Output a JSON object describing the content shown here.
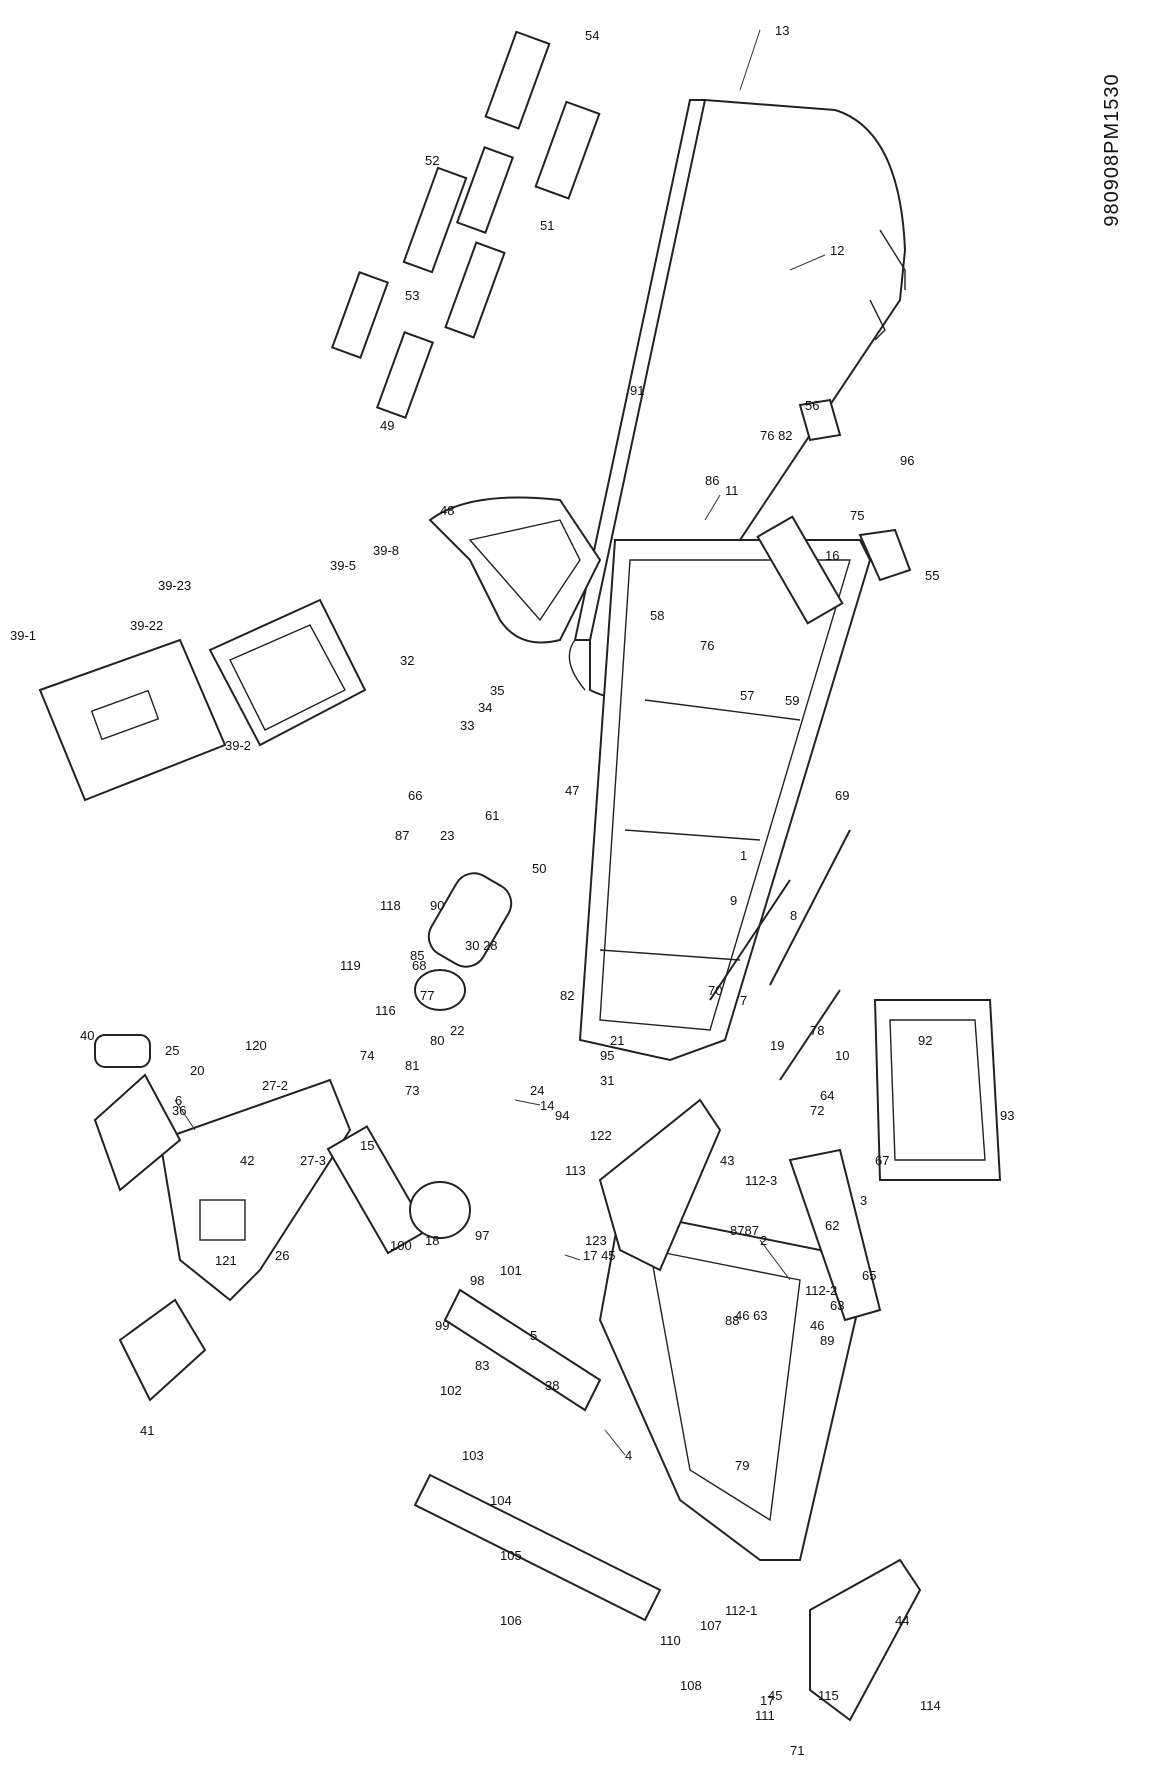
{
  "diagram": {
    "document_id": "980908PM1530",
    "labels": [
      "1",
      "2",
      "3",
      "4",
      "5",
      "6",
      "7",
      "8",
      "9",
      "10",
      "11",
      "12",
      "13",
      "14",
      "15",
      "16",
      "17",
      "17 45",
      "18",
      "19",
      "20",
      "21",
      "22",
      "23",
      "24",
      "25",
      "26",
      "27-2",
      "27-3",
      "30 28",
      "31",
      "32",
      "33",
      "34",
      "35",
      "36",
      "38",
      "39-1",
      "39-2",
      "39-5",
      "39-8",
      "39-22",
      "39-23",
      "40",
      "41",
      "42",
      "43",
      "44",
      "45",
      "46",
      "46 63",
      "47",
      "48",
      "49",
      "50",
      "51",
      "52",
      "53",
      "54",
      "55",
      "56",
      "57",
      "58",
      "59",
      "61",
      "62",
      "63",
      "64",
      "65",
      "66",
      "67",
      "68",
      "69",
      "70",
      "71",
      "72",
      "73",
      "74",
      "75",
      "76",
      "76 82",
      "77",
      "78",
      "79",
      "80",
      "81",
      "82",
      "83",
      "85",
      "86",
      "87",
      "8787",
      "88",
      "89",
      "90",
      "91",
      "92",
      "93",
      "94",
      "95",
      "96",
      "97",
      "98",
      "99",
      "100",
      "101",
      "102",
      "103",
      "104",
      "105",
      "106",
      "107",
      "108",
      "110",
      "111",
      "112-1",
      "112-2",
      "112-3",
      "113",
      "114",
      "115",
      "116",
      "118",
      "119",
      "120",
      "121",
      "122",
      "123"
    ]
  }
}
